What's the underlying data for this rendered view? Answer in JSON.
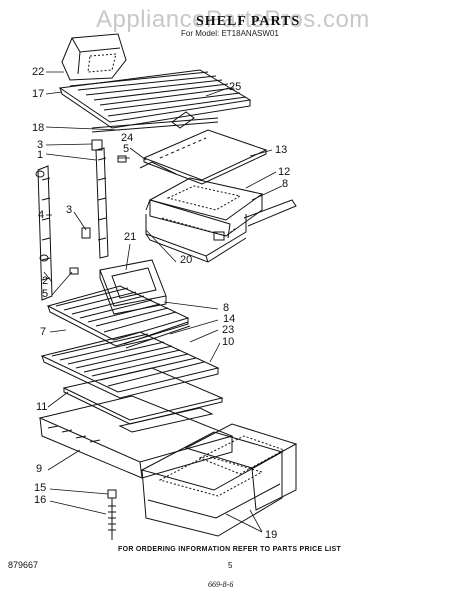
{
  "watermark": "AppliancePartsPros.com",
  "header": {
    "title": "SHELF PARTS",
    "model": "For Model: ET18ANASW01"
  },
  "callouts": [
    "22",
    "17",
    "25",
    "18",
    "24",
    "13",
    "3",
    "5",
    "1",
    "12",
    "8",
    "3",
    "4",
    "20",
    "21",
    "2",
    "5",
    "8",
    "14",
    "7",
    "23",
    "10",
    "11",
    "9",
    "15",
    "16",
    "19"
  ],
  "footer": {
    "ordering_note": "FOR ORDERING INFORMATION REFER TO PARTS PRICE LIST",
    "drawing_code": "879667",
    "page_number": "5",
    "stamp": "669-8-6"
  }
}
